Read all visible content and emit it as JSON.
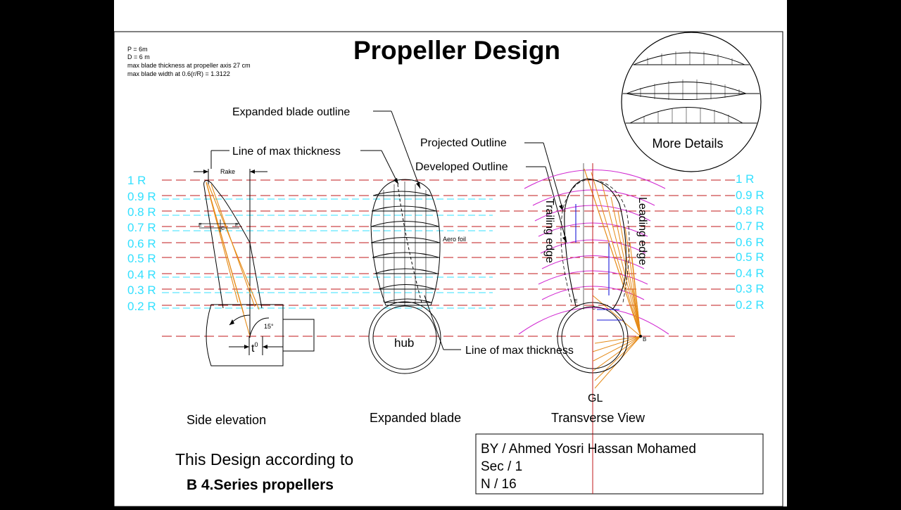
{
  "title": "Propeller Design",
  "params": [
    "P = 6m",
    "D = 6 m",
    "max blade thickness at propeller axis 27 cm",
    "max blade width at 0.6(r/R) = 1.3122"
  ],
  "radius_labels_left": [
    "1 R",
    "0.9 R",
    "0.8 R",
    "0.7 R",
    "0.6 R",
    "0.5 R",
    "0.4 R",
    "0.3 R",
    "0.2 R"
  ],
  "radius_labels_right": [
    "1 R",
    "0.9 R",
    "0.8 R",
    "0.7 R",
    "0.6 R",
    "0.5 R",
    "0.4 R",
    "0.3 R",
    "0.2 R"
  ],
  "annotations": {
    "expanded_blade_outline": "Expanded blade outline",
    "line_of_max_thickness_top": "Line of max thickness",
    "projected_outline": "Projected Outline",
    "developed_outline": "Developed Outline",
    "rake": "Rake",
    "aero_foil": "Aero foil",
    "trailing_edge": "Trailing edge",
    "leading_edge": "Leading edge",
    "hub": "hub",
    "line_of_max_thickness_bottom": "Line of max thickness",
    "angle": "15°",
    "t0": "t",
    "t0_sup": "0",
    "gl": "GL",
    "point_b": "B",
    "e_mark": "E",
    "c_mark": "C"
  },
  "detail_label": "More Details",
  "view_labels": {
    "side": "Side elevation",
    "expanded": "Expanded blade",
    "transverse": "Transverse View"
  },
  "footer": {
    "line1": "This Design according to",
    "line2": "B 4.Series propellers"
  },
  "author_box": {
    "line1": "BY / Ahmed Yosri  Hassan Mohamed",
    "line2": "Sec / 1",
    "line3": "N / 16"
  },
  "colors": {
    "cyan": "#33e0ff",
    "red_dash": "#c2191b",
    "orange": "#e58a17",
    "magenta": "#d12ad1",
    "blue": "#1a1ad8",
    "black": "#000000"
  }
}
